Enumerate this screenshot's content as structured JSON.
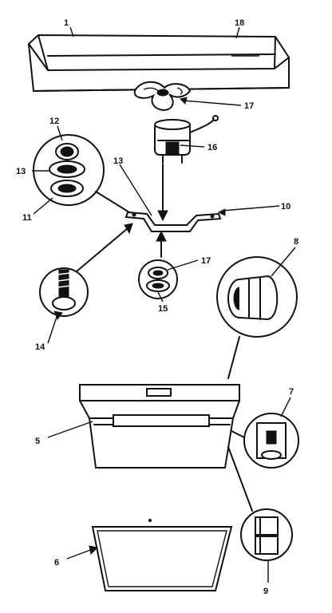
{
  "callouts": [
    {
      "id": "c1",
      "number": "1"
    },
    {
      "id": "c18",
      "number": "18"
    },
    {
      "id": "c17a",
      "number": "17"
    },
    {
      "id": "c12",
      "number": "12"
    },
    {
      "id": "c16",
      "number": "16"
    },
    {
      "id": "c13a",
      "number": "13"
    },
    {
      "id": "c13b",
      "number": "13"
    },
    {
      "id": "c10",
      "number": "10"
    },
    {
      "id": "c11",
      "number": "11"
    },
    {
      "id": "c17b",
      "number": "17"
    },
    {
      "id": "c15",
      "number": "15"
    },
    {
      "id": "c8",
      "number": "8"
    },
    {
      "id": "c14",
      "number": "14"
    },
    {
      "id": "c7",
      "number": "7"
    },
    {
      "id": "c5",
      "number": "5"
    },
    {
      "id": "c6",
      "number": "6"
    },
    {
      "id": "c9",
      "number": "9"
    }
  ]
}
